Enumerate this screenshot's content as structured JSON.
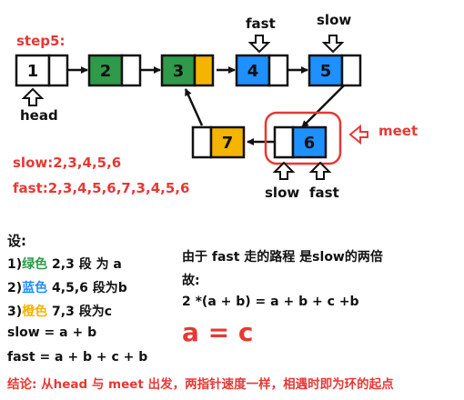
{
  "step_label": "step5:",
  "nodes": [
    {
      "label": "1",
      "color": "#ffffff"
    },
    {
      "label": "2",
      "color": "#2e9a4a"
    },
    {
      "label": "3",
      "color": "#2e9a4a",
      "pointer_color": "#f5b400"
    },
    {
      "label": "4",
      "color": "#1e90ff"
    },
    {
      "label": "5",
      "color": "#1e90ff"
    },
    {
      "label": "6",
      "color": "#1e90ff"
    },
    {
      "label": "7",
      "color": "#f5b400"
    }
  ],
  "pointer_labels": {
    "head": "head",
    "fast_top": "fast",
    "slow_top": "slow",
    "slow_bottom": "slow",
    "fast_bottom": "fast"
  },
  "meet_label": "meet",
  "sequences": {
    "slow": "slow:2,3,4,5,6",
    "fast": "fast:2,3,4,5,6,7,3,4,5,6"
  },
  "assumptions": {
    "heading": "设:",
    "items": [
      {
        "prefix": "1)",
        "color_word": "绿色",
        "color": "#2e9a4a",
        "rest": " 2,3 段 为 a"
      },
      {
        "prefix": "2)",
        "color_word": "蓝色",
        "color": "#1e90ff",
        "rest": " 4,5,6 段为b"
      },
      {
        "prefix": "3)",
        "color_word": "橙色",
        "color": "#f5b400",
        "rest": " 7,3 段为c"
      }
    ],
    "slow_eq": "slow = a + b",
    "fast_eq": "fast = a + b + c + b"
  },
  "reasoning": {
    "line1": "由于 fast 走的路程 是slow的两倍",
    "line2": "故:",
    "line3": "2 *(a + b) = a + b + c +b",
    "result": "a = c"
  },
  "conclusion": "结论: 从head 与 meet 出发，两指针速度一样，相遇时即为环的起点",
  "colors": {
    "accent_red": "#e53935",
    "text": "#111111",
    "line": "#111111"
  }
}
